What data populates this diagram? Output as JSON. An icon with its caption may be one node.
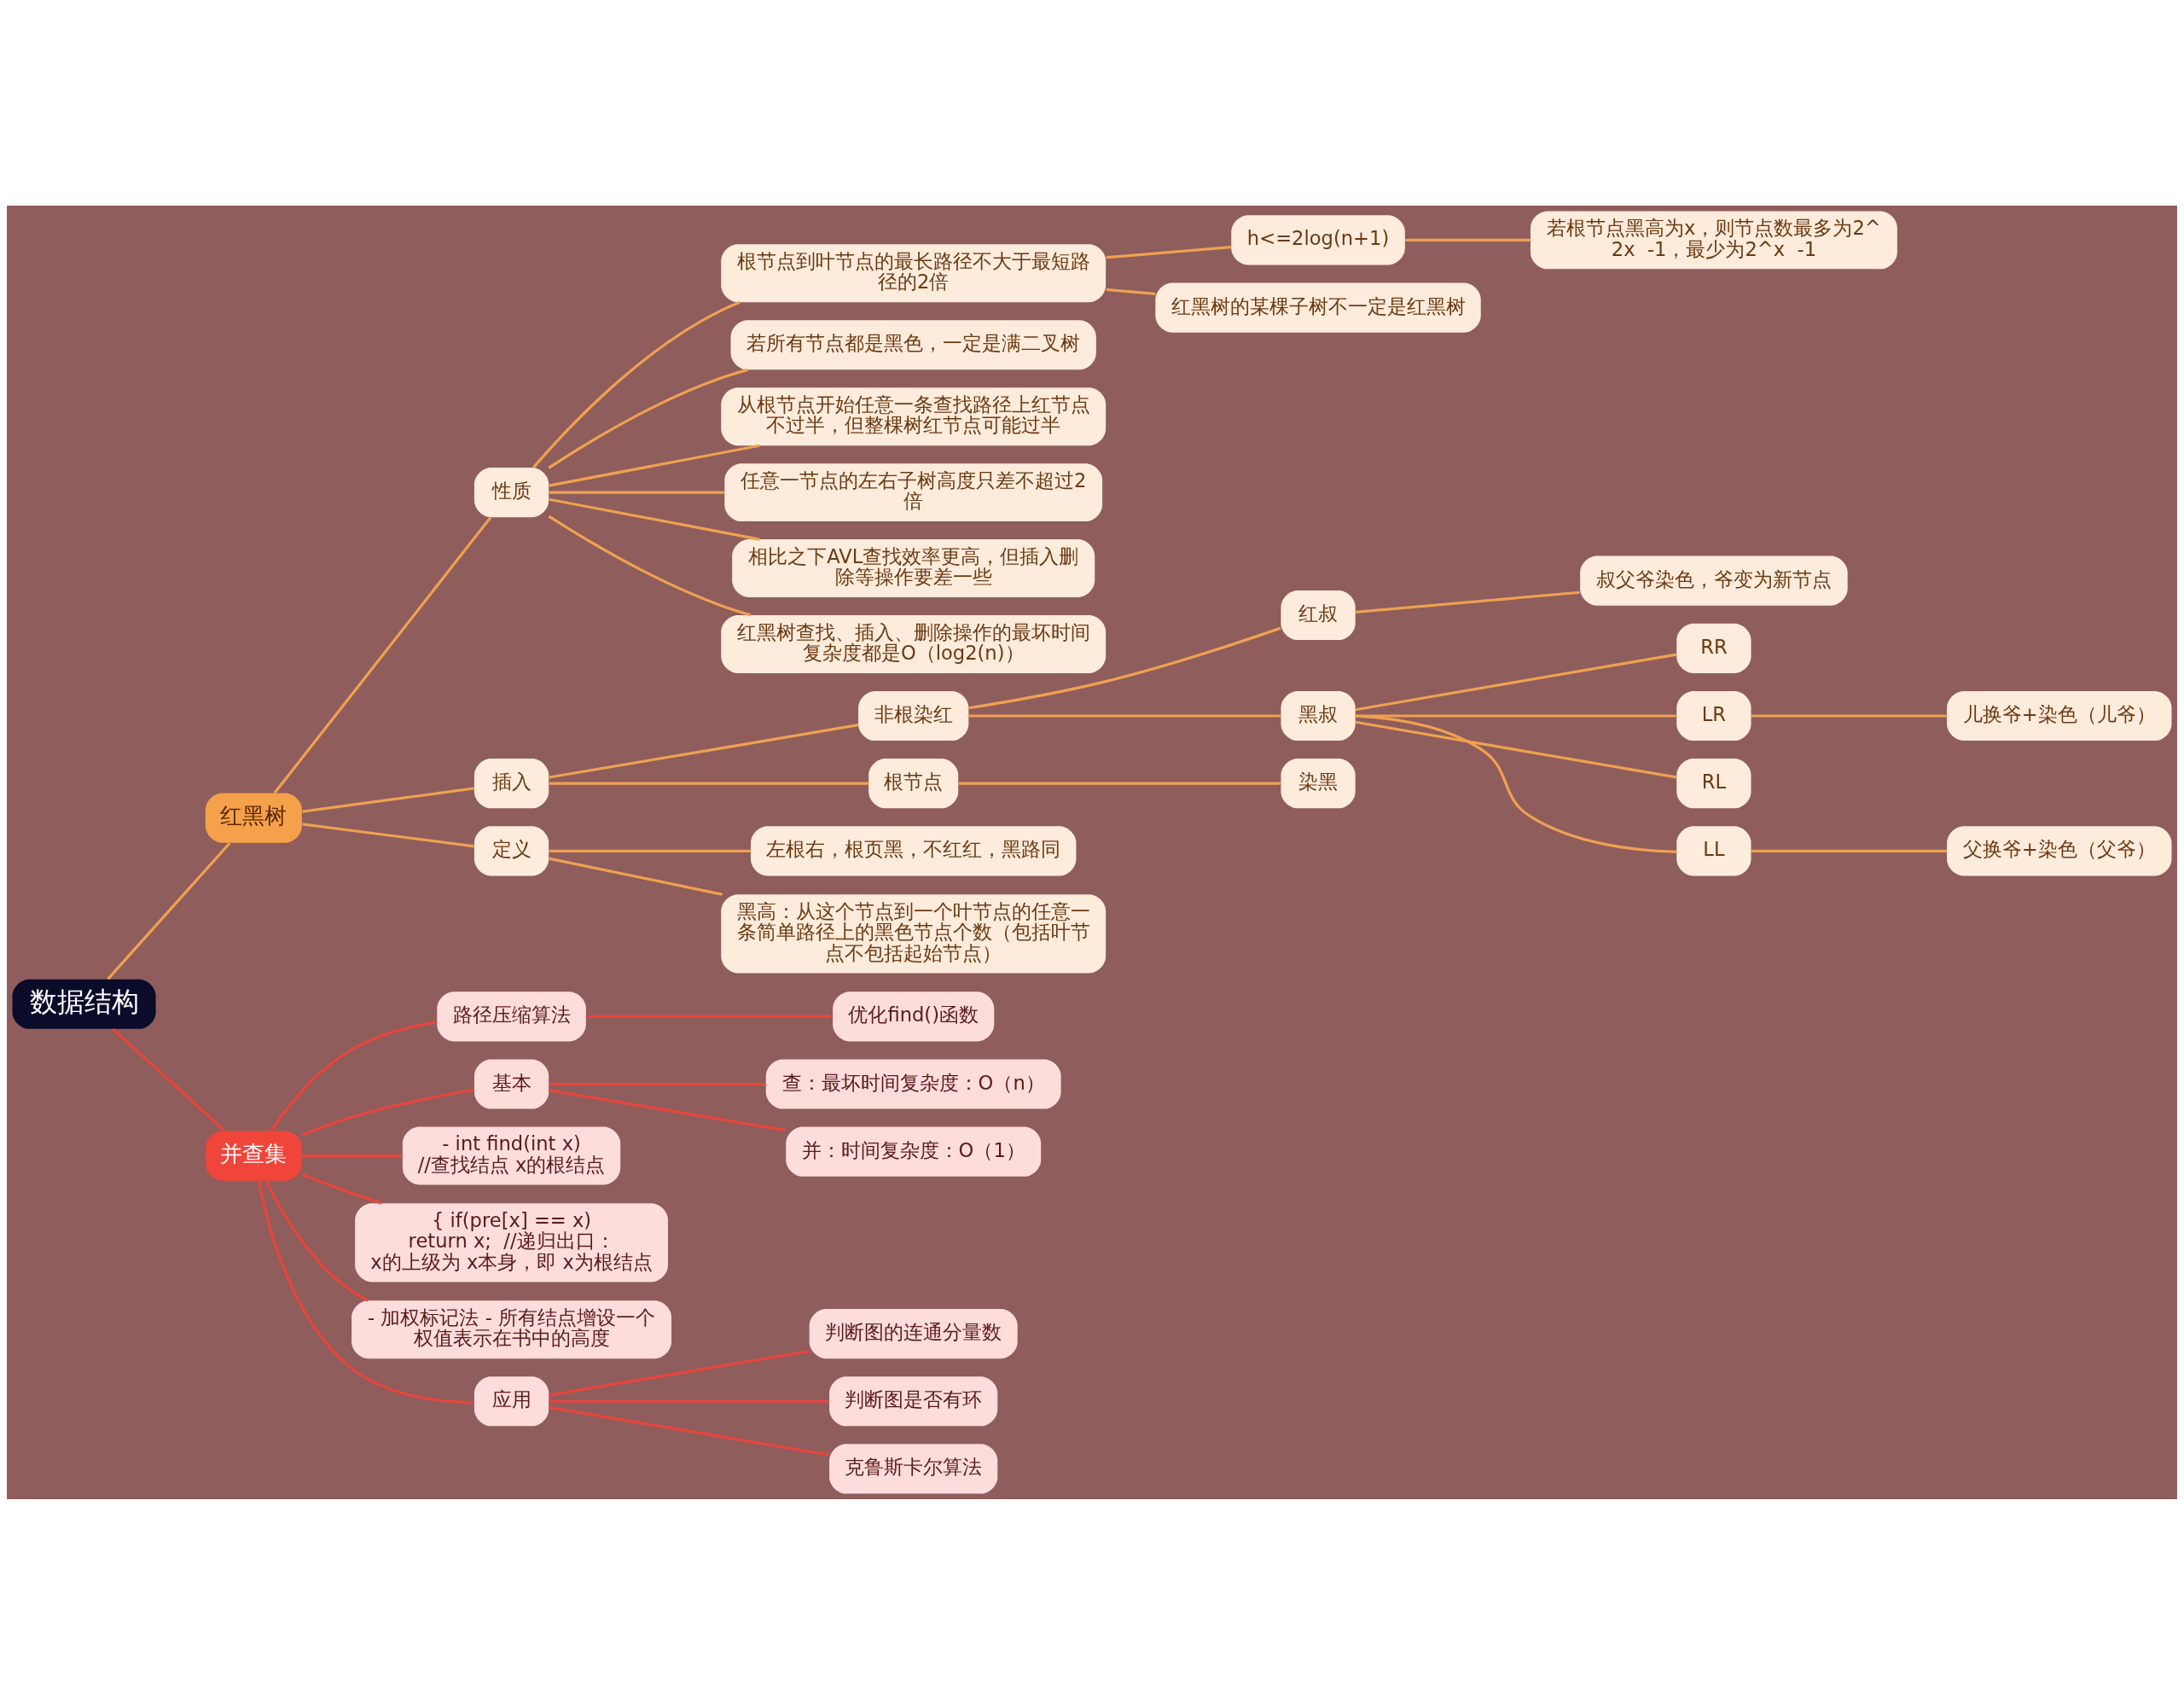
{
  "diagram": {
    "nodes": [
      {
        "text": [
          "数据结构"
        ]
      },
      {
        "text": [
          "红黑树"
        ]
      },
      {
        "text": [
          "性质"
        ]
      },
      {
        "text": [
          "根节点到叶节点的最长路径不大于最短路径的2倍"
        ]
      },
      {
        "text": [
          "h<=2log(n+1)"
        ]
      },
      {
        "text": [
          "若根节点黑高为x，则节点数最多为2^2x  -1，最少为2^x  -1"
        ]
      },
      {
        "text": [
          "红黑树的某棵子树不一定是红黑树"
        ]
      },
      {
        "text": [
          "若所有节点都是黑色，一定是满二叉树"
        ]
      },
      {
        "text": [
          "从根节点开始任意一条查找路径上红节点不过半，但整棵树红节点可能过半"
        ]
      },
      {
        "text": [
          "任意一节点的左右子树高度只差不超过2倍"
        ]
      },
      {
        "text": [
          "相比之下AVL查找效率更高，但插入删除等操作要差一些"
        ]
      },
      {
        "text": [
          "红黑树查找、插入、删除操作的最坏时间复杂度都是O（log2(n)）"
        ]
      },
      {
        "text": [
          "插入"
        ]
      },
      {
        "text": [
          "非根染红"
        ]
      },
      {
        "text": [
          "红叔"
        ]
      },
      {
        "text": [
          "叔父爷染色，爷变为新节点"
        ]
      },
      {
        "text": [
          "黑叔"
        ]
      },
      {
        "text": [
          "RR"
        ]
      },
      {
        "text": [
          "LR"
        ]
      },
      {
        "text": [
          "儿换爷+染色（儿爷）"
        ]
      },
      {
        "text": [
          "RL"
        ]
      },
      {
        "text": [
          "LL"
        ]
      },
      {
        "text": [
          "父换爷+染色（父爷）"
        ]
      },
      {
        "text": [
          "根节点"
        ]
      },
      {
        "text": [
          "染黑"
        ]
      },
      {
        "text": [
          "定义"
        ]
      },
      {
        "text": [
          "左根右，根页黑，不红红，黑路同"
        ]
      },
      {
        "text": [
          "黑高：从这个节点到一个叶节点的任意一条简单路径上的黑色节点个数（包括叶节点不包括起始节点）"
        ]
      },
      {
        "text": [
          "并查集"
        ]
      },
      {
        "text": [
          "路径压缩算法"
        ]
      },
      {
        "text": [
          "优化find()函数"
        ]
      },
      {
        "text": [
          "基本"
        ]
      },
      {
        "text": [
          "查：最坏时间复杂度：O（n）"
        ]
      },
      {
        "text": [
          "并：时间复杂度：O（1）"
        ]
      },
      {
        "text": [
          "- int find(int x) //查找结点 x的根结点"
        ]
      },
      {
        "text": [
          "{ if(pre[x] == x) return x;  //递归出口：x的上级为 x本身，即 x为根结点"
        ]
      },
      {
        "text": [
          "- 加权标记法 - 所有结点增设一个权值表示在书中的高度"
        ]
      },
      {
        "text": [
          "应用"
        ]
      },
      {
        "text": [
          "判断图的连通分量数"
        ]
      },
      {
        "text": [
          "判断图是否有环"
        ]
      },
      {
        "text": [
          "克鲁斯卡尔算法"
        ]
      }
    ],
    "edges": [
      {
        "from": 0,
        "to": 1,
        "arrow": "none"
      },
      {
        "from": 1,
        "to": 2,
        "arrow": "none"
      },
      {
        "from": 2,
        "to": 3,
        "arrow": "none"
      },
      {
        "from": 3,
        "to": 4,
        "arrow": "none"
      },
      {
        "from": 4,
        "to": 5,
        "arrow": "none"
      },
      {
        "from": 3,
        "to": 6,
        "arrow": "none"
      },
      {
        "from": 2,
        "to": 7,
        "arrow": "none"
      },
      {
        "from": 2,
        "to": 8,
        "arrow": "none"
      },
      {
        "from": 2,
        "to": 9,
        "arrow": "none"
      },
      {
        "from": 2,
        "to": 10,
        "arrow": "none"
      },
      {
        "from": 2,
        "to": 11,
        "arrow": "none"
      },
      {
        "from": 1,
        "to": 12,
        "arrow": "none"
      },
      {
        "from": 12,
        "to": 13,
        "arrow": "none"
      },
      {
        "from": 13,
        "to": 14,
        "arrow": "none"
      },
      {
        "from": 14,
        "to": 15,
        "arrow": "none"
      },
      {
        "from": 13,
        "to": 16,
        "arrow": "none"
      },
      {
        "from": 16,
        "to": 17,
        "arrow": "none"
      },
      {
        "from": 16,
        "to": 18,
        "arrow": "none"
      },
      {
        "from": 18,
        "to": 19,
        "arrow": "none"
      },
      {
        "from": 16,
        "to": 20,
        "arrow": "none"
      },
      {
        "from": 16,
        "to": 21,
        "arrow": "none"
      },
      {
        "from": 21,
        "to": 22,
        "arrow": "none"
      },
      {
        "from": 12,
        "to": 23,
        "arrow": "none"
      },
      {
        "from": 23,
        "to": 24,
        "arrow": "none"
      },
      {
        "from": 1,
        "to": 25,
        "arrow": "none"
      },
      {
        "from": 25,
        "to": 26,
        "arrow": "none"
      },
      {
        "from": 25,
        "to": 27,
        "arrow": "none"
      },
      {
        "from": 0,
        "to": 28,
        "arrow": "none",
        "color": "#e8453c"
      },
      {
        "from": 28,
        "to": 29,
        "arrow": "none",
        "color": "#e8453c"
      },
      {
        "from": 29,
        "to": 30,
        "arrow": "none",
        "color": "#e8453c"
      },
      {
        "from": 28,
        "to": 31,
        "arrow": "none",
        "color": "#e8453c"
      },
      {
        "from": 31,
        "to": 32,
        "arrow": "none",
        "color": "#e8453c"
      },
      {
        "from": 31,
        "to": 33,
        "arrow": "none",
        "color": "#e8453c"
      },
      {
        "from": 28,
        "to": 34,
        "arrow": "none",
        "color": "#e8453c"
      },
      {
        "from": 28,
        "to": 35,
        "arrow": "none",
        "color": "#e8453c"
      },
      {
        "from": 28,
        "to": 36,
        "arrow": "none",
        "color": "#e8453c"
      },
      {
        "from": 28,
        "to": 37,
        "arrow": "none",
        "color": "#e8453c"
      },
      {
        "from": 37,
        "to": 38,
        "arrow": "none",
        "color": "#e8453c"
      },
      {
        "from": 37,
        "to": 39,
        "arrow": "none",
        "color": "#e8453c"
      },
      {
        "from": 37,
        "to": 40,
        "arrow": "none",
        "color": "#e8453c"
      }
    ]
  }
}
